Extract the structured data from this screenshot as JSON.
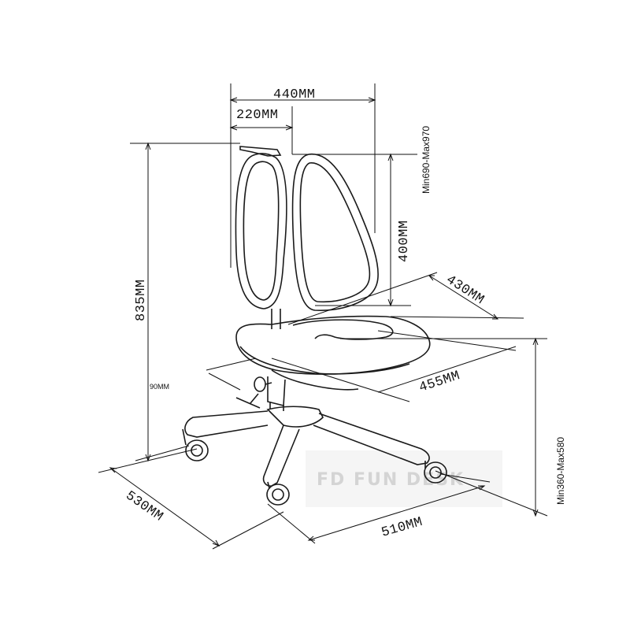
{
  "dimensions": {
    "width_total": "440MM",
    "width_half": "220MM",
    "backrest_height_range": "Min690-Max970",
    "backrest_height": "400MM",
    "overall_height": "835MM",
    "seat_depth": "430MM",
    "seat_width": "455MM",
    "small_gap": "90MM",
    "seat_height_range": "Min360-Max580",
    "base_depth": "530MM",
    "base_width": "510MM"
  },
  "watermark": {
    "brand": "FD FUN DESK"
  },
  "colors": {
    "line": "#111111",
    "watermark": "#d4d4d4"
  }
}
